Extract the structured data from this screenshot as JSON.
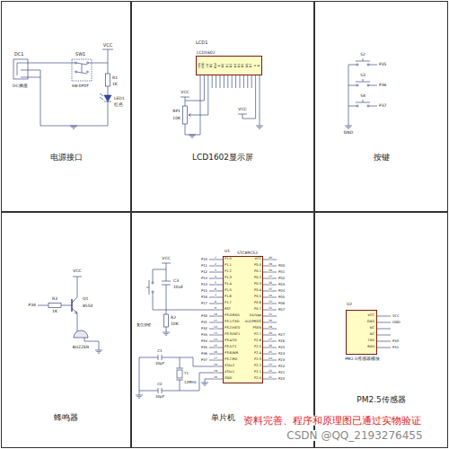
{
  "diagram": {
    "nodes": [
      {
        "text": [
          "电源接口"
        ]
      },
      {
        "text": [
          "LCD1602显示屏"
        ]
      },
      {
        "text": [
          "按键"
        ]
      },
      {
        "text": [
          "蜂鸣器"
        ]
      },
      {
        "text": [
          "单片机"
        ]
      },
      {
        "text": [
          "PM2.5传感器"
        ]
      },
      {
        "text": [
          "LCD1602"
        ],
        "in": 1
      },
      {
        "text": [
          "STC89C52"
        ],
        "in": 4
      },
      {
        "text": [
          "PM2.5传感器模块"
        ],
        "in": 5
      }
    ],
    "labels": [
      "DC1",
      "DC插座",
      "SW1",
      "VCC",
      "SW-DPDT",
      "R1",
      "1K",
      "LED1",
      "红色",
      "LCD1",
      "VCC",
      "RP1",
      "10K",
      "VCC",
      "VSS",
      "VDD",
      "VO",
      "RS",
      "RW",
      "E",
      "D0",
      "D1",
      "D2",
      "D3",
      "D4",
      "D5",
      "D6",
      "D7",
      "A",
      "K",
      "S2",
      "P35",
      "S3",
      "P36",
      "S4",
      "P37",
      "GND",
      "P34",
      "R3",
      "1K",
      "Q1",
      "8550",
      "VCC",
      "BUZZER",
      "VCC",
      "C3",
      "10uF",
      "R2",
      "10K",
      "复位按键",
      "C1",
      "30pF",
      "C2",
      "30pF",
      "Y1",
      "12MHz",
      "U1",
      "P1.0",
      "P1.1",
      "P1.2",
      "P1.3",
      "P1.4",
      "P1.5",
      "P1.6",
      "P1.7",
      "RST",
      "P3.0/RXD",
      "P3.1/TXD",
      "P3.2/INT0",
      "P3.3/INT1",
      "P3.4/T0",
      "P3.5/T1",
      "P3.6/WR",
      "P3.7/RD",
      "XTAL2",
      "XTAL1",
      "GND",
      "1",
      "2",
      "3",
      "4",
      "5",
      "6",
      "7",
      "8",
      "9",
      "10",
      "11",
      "12",
      "13",
      "14",
      "15",
      "16",
      "17",
      "18",
      "19",
      "20",
      "VCC",
      "P0.0",
      "P0.1",
      "P0.2",
      "P0.3",
      "P0.4",
      "P0.5",
      "P0.6",
      "P0.7",
      "EA/Vpp",
      "ALE/PROG",
      "PSEN",
      "P2.7",
      "P2.6",
      "P2.5",
      "P2.4",
      "P2.3",
      "P2.2",
      "P2.1",
      "P2.0",
      "40",
      "39",
      "38",
      "37",
      "36",
      "35",
      "34",
      "33",
      "32",
      "31",
      "30",
      "29",
      "28",
      "27",
      "26",
      "25",
      "24",
      "23",
      "22",
      "21",
      "P10",
      "P11",
      "P12",
      "P13",
      "P14",
      "P15",
      "P16",
      "P17",
      "P30",
      "P31",
      "P32",
      "P33",
      "P34",
      "P35",
      "P36",
      "P37",
      "P00",
      "P01",
      "P02",
      "P03",
      "P04",
      "P05",
      "P06",
      "P07",
      "P27",
      "P26",
      "P25",
      "P24",
      "P23",
      "P22",
      "P21",
      "P20",
      "U2",
      "VCC",
      "GND",
      "NC",
      "NC",
      "TXD",
      "RXD",
      "VCC",
      "GND",
      "P30",
      "P31",
      "资料完善、程序和原理图已通过实物验证",
      "CSDN @QQ_2193276455"
    ]
  }
}
